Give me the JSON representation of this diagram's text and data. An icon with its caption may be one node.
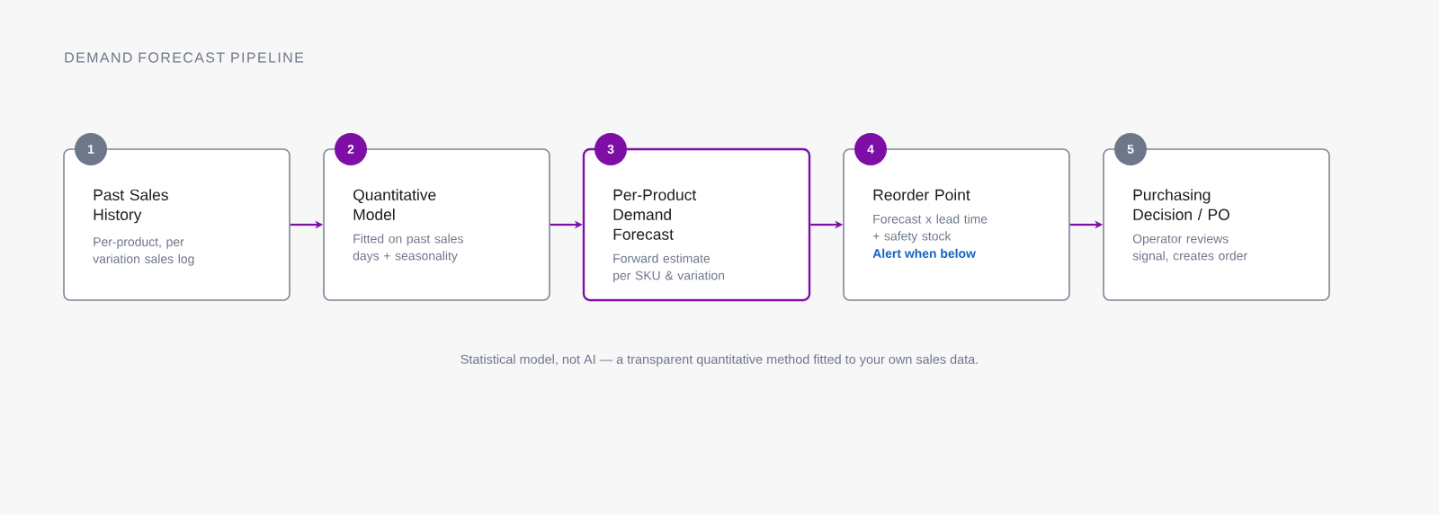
{
  "diagram": {
    "title": "DEMAND FORECAST PIPELINE",
    "caption": "Statistical model, not AI — a transparent quantitative method fitted to your own sales data.",
    "nodes": [
      {
        "text": [
          "1",
          "Past Sales History",
          "Per-product, per variation sales log"
        ]
      },
      {
        "text": [
          "2",
          "Quantitative Model",
          "Fitted on past sales days + seasonality"
        ]
      },
      {
        "text": [
          "3",
          "Per-Product Demand Forecast",
          "Forward estimate per SKU & variation"
        ]
      },
      {
        "text": [
          "4",
          "Reorder Point",
          "Forecast x lead time + safety stock",
          "Alert when below"
        ]
      },
      {
        "text": [
          "5",
          "Purchasing Decision / PO",
          "Operator reviews signal, creates order"
        ]
      }
    ],
    "edges": [
      {
        "from": 0,
        "to": 1,
        "arrow": "to"
      },
      {
        "from": 1,
        "to": 2,
        "arrow": "to"
      },
      {
        "from": 2,
        "to": 3,
        "arrow": "to"
      },
      {
        "from": 3,
        "to": 4,
        "arrow": "to"
      }
    ]
  }
}
